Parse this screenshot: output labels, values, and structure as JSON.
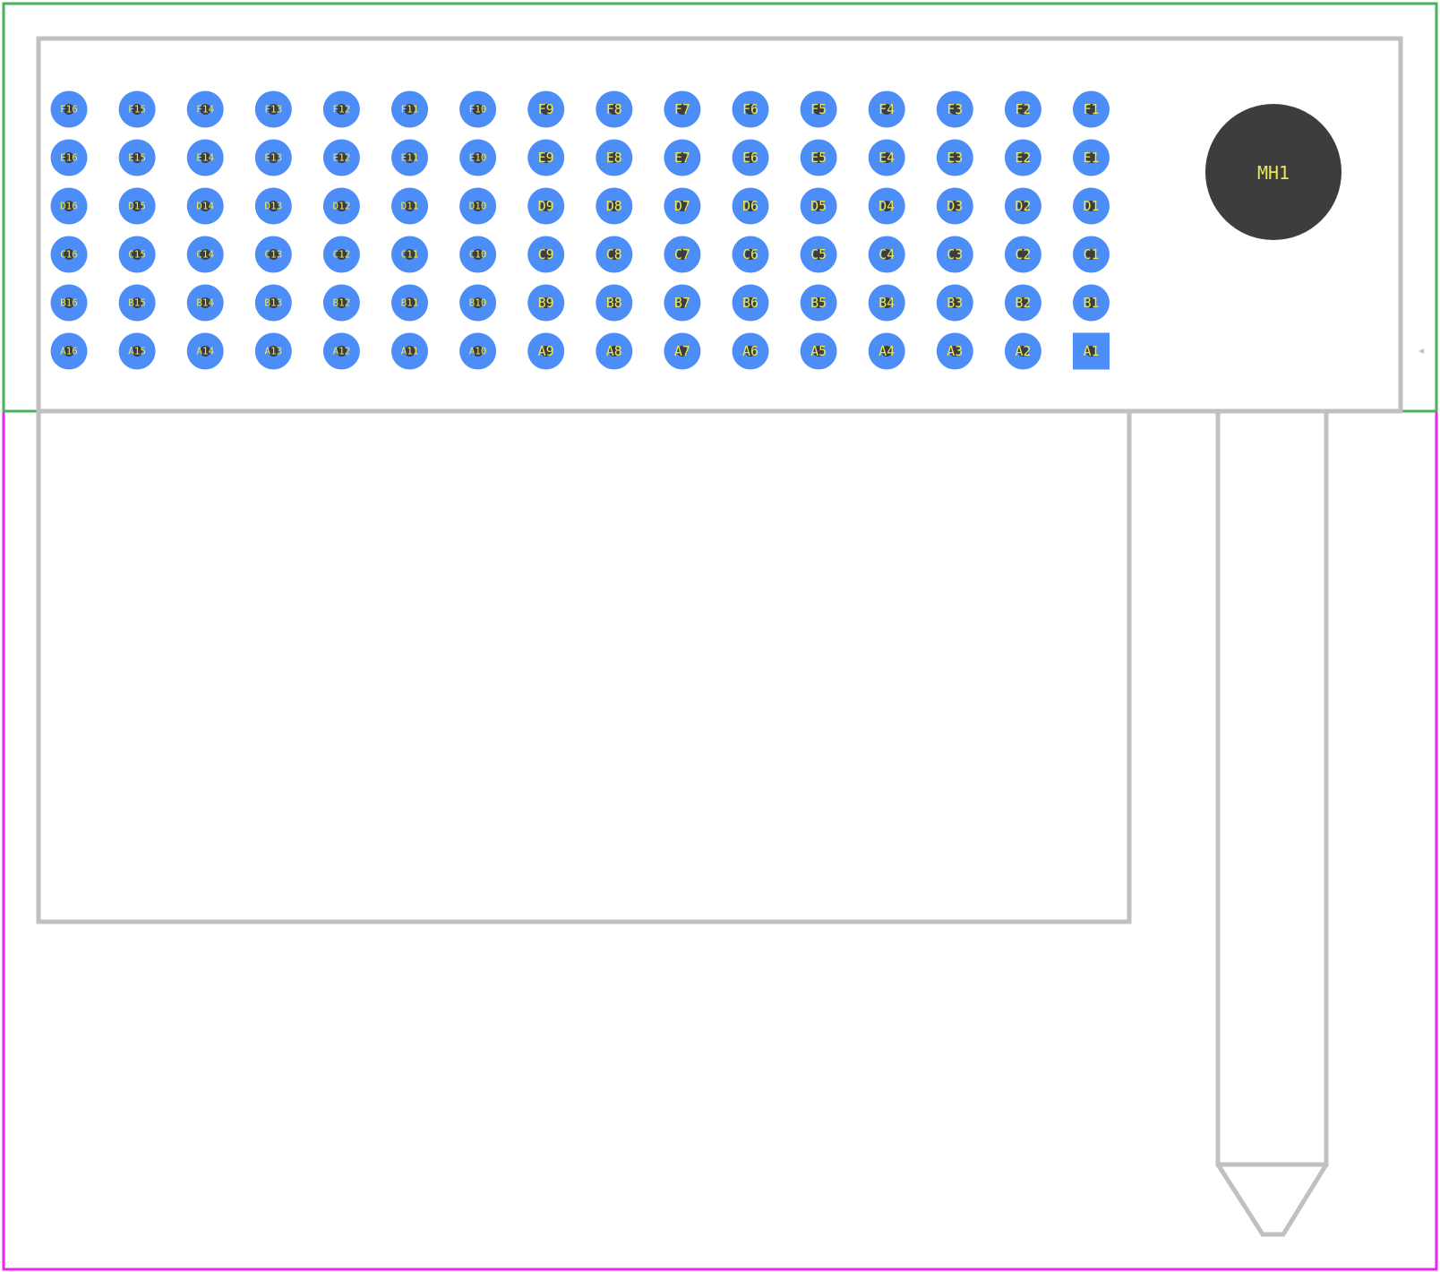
{
  "colors": {
    "courtyard": "#47b05a",
    "assembly_outline": "#ee22ee",
    "silkscreen": "#c0c0c0",
    "pad": "#4d8df7",
    "drill": "#3d3d3d",
    "label": "#e8e85a",
    "background": "#ffffff"
  },
  "footprint": {
    "rows": [
      "F",
      "E",
      "D",
      "C",
      "B",
      "A"
    ],
    "columns": [
      16,
      15,
      14,
      13,
      12,
      11,
      10,
      9,
      8,
      7,
      6,
      5,
      4,
      3,
      2,
      1
    ],
    "pin1_label": "A1",
    "pin1_shape": "square",
    "pad_shape": "round",
    "mounting_hole": {
      "label": "MH1"
    }
  }
}
